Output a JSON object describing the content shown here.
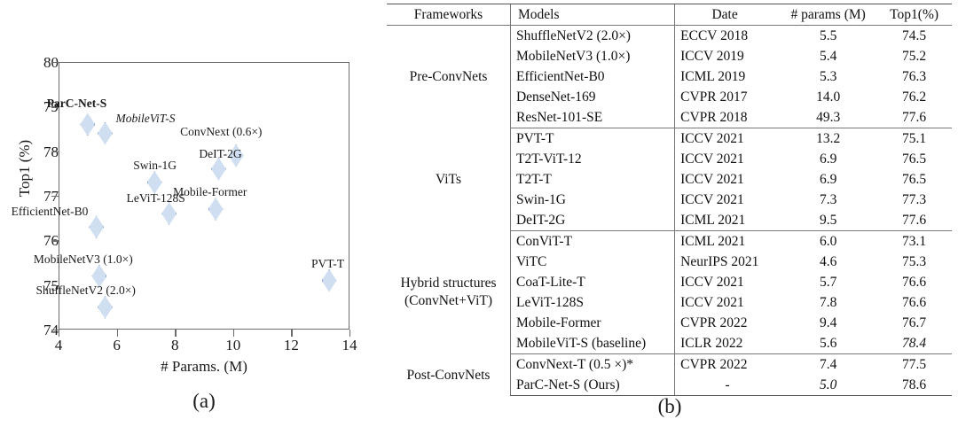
{
  "chart_data": {
    "type": "scatter",
    "title": "",
    "xlabel": "# Params. (M)",
    "ylabel": "Top1 (%)",
    "xlim": [
      4,
      14
    ],
    "ylim": [
      74,
      80
    ],
    "xticks": [
      "4",
      "6",
      "8",
      "10",
      "12",
      "14"
    ],
    "yticks": [
      "74",
      "75",
      "76",
      "77",
      "78",
      "79",
      "80"
    ],
    "grid": false,
    "legend": "none",
    "marker_shape": "diamond",
    "marker_fill": "#cfdef1",
    "marker_edge": "#8aa6cc",
    "points": [
      {
        "label": "ParC-Net-S",
        "x": 5.0,
        "y": 78.6,
        "style": "bold",
        "lx": -46,
        "ly": -30
      },
      {
        "label": "MobileViT-S",
        "x": 5.6,
        "y": 78.4,
        "style": "italic",
        "lx": 12,
        "ly": -24
      },
      {
        "label": "ConvNext (0.6×)",
        "x": 10.1,
        "y": 77.9,
        "style": "normal",
        "lx": -63,
        "ly": -34
      },
      {
        "label": "DeIT-2G",
        "x": 9.5,
        "y": 77.6,
        "style": "normal",
        "lx": -22,
        "ly": -24
      },
      {
        "label": "Swin-1G",
        "x": 7.3,
        "y": 77.3,
        "style": "normal",
        "lx": -24,
        "ly": -26
      },
      {
        "label": "Mobile-Former",
        "x": 9.4,
        "y": 76.7,
        "style": "normal",
        "lx": -48,
        "ly": -26
      },
      {
        "label": "LeViT-128S",
        "x": 7.8,
        "y": 76.6,
        "style": "normal",
        "lx": -48,
        "ly": -24
      },
      {
        "label": "EfficientNet-B0",
        "x": 5.3,
        "y": 76.3,
        "style": "normal",
        "lx": -96,
        "ly": -24
      },
      {
        "label": "MobileNetV3 (1.0×)",
        "x": 5.4,
        "y": 75.2,
        "style": "normal",
        "lx": -74,
        "ly": -26
      },
      {
        "label": "ShuffleNetV2 (2.0×)",
        "x": 5.6,
        "y": 74.5,
        "style": "normal",
        "lx": -78,
        "ly": -26
      },
      {
        "label": "PVT-T",
        "x": 13.3,
        "y": 75.1,
        "style": "normal",
        "lx": -20,
        "ly": -26
      }
    ]
  },
  "panel_a": {
    "caption": "(a)"
  },
  "panel_b": {
    "caption": "(b)",
    "columns": [
      "Frameworks",
      "Models",
      "Date",
      "# params (M)",
      "Top1(%)"
    ],
    "groups": [
      {
        "framework": "Pre-ConvNets",
        "rows": [
          {
            "model": "ShuffleNetV2 (2.0×)",
            "date": "ECCV 2018",
            "params": "5.5",
            "top1": "74.5"
          },
          {
            "model": "MobileNetV3 (1.0×)",
            "date": "ICCV 2019",
            "params": "5.4",
            "top1": "75.2"
          },
          {
            "model": "EfficientNet-B0",
            "date": "ICML 2019",
            "params": "5.3",
            "top1": "76.3"
          },
          {
            "model": "DenseNet-169",
            "date": "CVPR 2017",
            "params": "14.0",
            "top1": "76.2"
          },
          {
            "model": "ResNet-101-SE",
            "date": "CVPR 2018",
            "params": "49.3",
            "top1": "77.6"
          }
        ]
      },
      {
        "framework": "ViTs",
        "rows": [
          {
            "model": "PVT-T",
            "date": "ICCV 2021",
            "params": "13.2",
            "top1": "75.1"
          },
          {
            "model": "T2T-ViT-12",
            "date": "ICCV 2021",
            "params": "6.9",
            "top1": "76.5"
          },
          {
            "model": "T2T-T",
            "date": "ICCV 2021",
            "params": "6.9",
            "top1": "76.5"
          },
          {
            "model": "Swin-1G",
            "date": "ICCV 2021",
            "params": "7.3",
            "top1": "77.3"
          },
          {
            "model": "DeIT-2G",
            "date": "ICML 2021",
            "params": "9.5",
            "top1": "77.6"
          }
        ]
      },
      {
        "framework": "Hybrid structures (ConvNet+ViT)",
        "framework_line1": "Hybrid structures",
        "framework_line2": "(ConvNet+ViT)",
        "rows": [
          {
            "model": "ConViT-T",
            "date": "ICML 2021",
            "params": "6.0",
            "top1": "73.1"
          },
          {
            "model": "ViTC",
            "date": "NeurIPS 2021",
            "params": "4.6",
            "top1": "75.3",
            "params_style": "bold"
          },
          {
            "model": "CoaT-Lite-T",
            "date": "ICCV 2021",
            "params": "5.7",
            "top1": "76.6"
          },
          {
            "model": "LeViT-128S",
            "date": "ICCV 2021",
            "params": "7.8",
            "top1": "76.6"
          },
          {
            "model": "Mobile-Former",
            "date": "CVPR 2022",
            "params": "9.4",
            "top1": "76.7"
          },
          {
            "model": "MobileViT-S (baseline)",
            "date": "ICLR 2022",
            "params": "5.6",
            "top1": "78.4",
            "top1_style": "italic"
          }
        ]
      },
      {
        "framework": "Post-ConvNets",
        "rows": [
          {
            "model": "ConvNext-T (0.5 ×)*",
            "date": "CVPR 2022",
            "params": "7.4",
            "top1": "77.5"
          },
          {
            "model": "ParC-Net-S  (Ours)",
            "date": "-",
            "params": "5.0",
            "top1": "78.6",
            "params_style": "italic",
            "top1_style": "bold"
          }
        ]
      }
    ]
  }
}
